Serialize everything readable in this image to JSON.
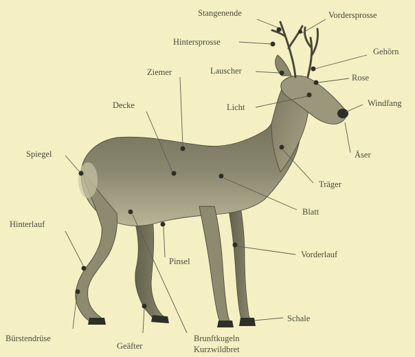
{
  "labels": {
    "stangenende": "Stangenende",
    "vordersprosse": "Vordersprosse",
    "hintersprosse": "Hintersprosse",
    "gehoern": "Gehörn",
    "ziemer": "Ziemer",
    "lauscher": "Lauscher",
    "rose": "Rose",
    "decke": "Decke",
    "licht": "Licht",
    "windfang": "Windfang",
    "spiegel": "Spiegel",
    "aeser": "Äser",
    "traeger": "Träger",
    "blatt": "Blatt",
    "hinterlauf": "Hinterlauf",
    "pinsel": "Pinsel",
    "vorderlauf": "Vorderlauf",
    "schale": "Schale",
    "buerstendruese": "Bürstendrüse",
    "geaefter": "Geäfter",
    "brunftkugeln": "Brunftkugeln",
    "kurzwildbret": "Kurzwildbret"
  }
}
